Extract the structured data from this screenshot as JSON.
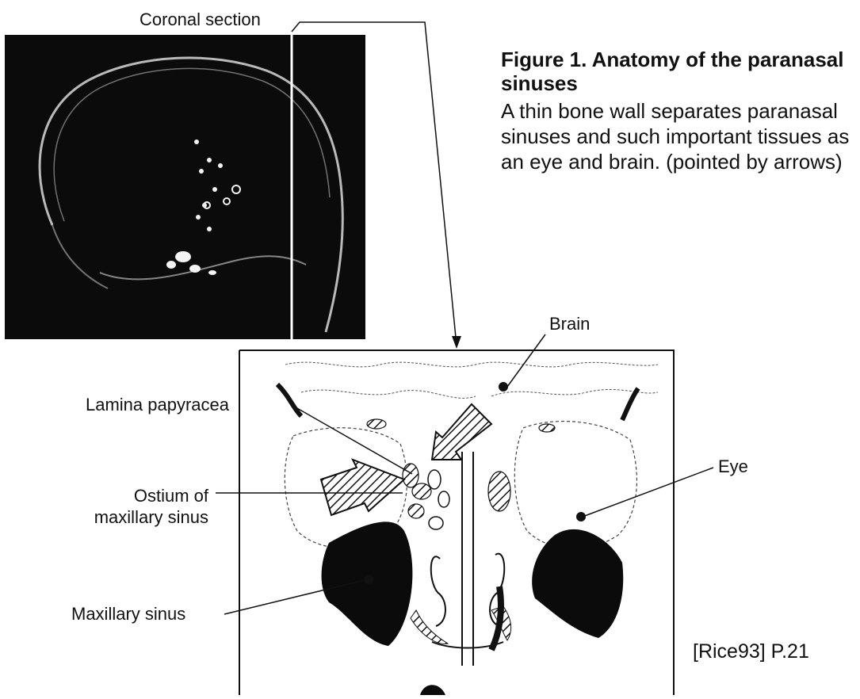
{
  "figure": {
    "title": "Figure 1. Anatomy of the paranasal sinuses",
    "description": "A thin bone wall separates paranasal sinuses and such important tissues as an eye and brain. (pointed by  arrows)"
  },
  "labels": {
    "coronal_section": "Coronal section",
    "brain": "Brain",
    "lamina_papyracea": "Lamina papyracea",
    "eye": "Eye",
    "ostium_line1": "Ostium of",
    "ostium_line2": "maxillary sinus",
    "maxillary_sinus": "Maxillary sinus"
  },
  "citation": "[Rice93] P.21"
}
